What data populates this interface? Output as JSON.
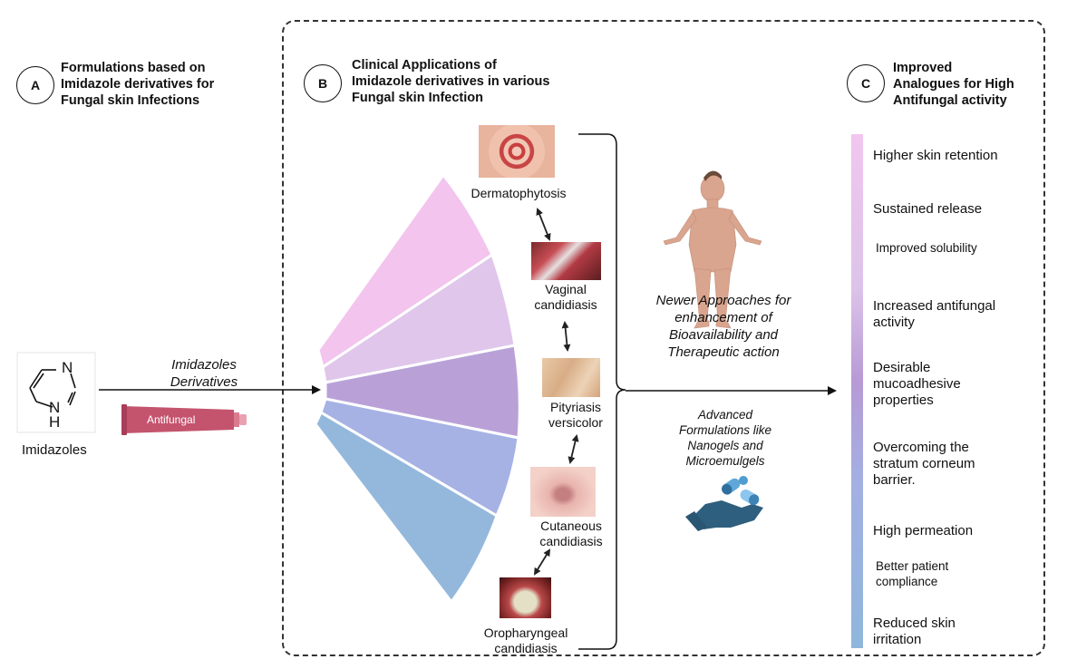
{
  "section_a": {
    "badge": "A",
    "title": "Formulations based on\nImidazole derivatives for\nFungal skin Infections"
  },
  "section_b": {
    "badge": "B",
    "title": "Clinical Applications of\nImidazole derivatives in various\nFungal skin Infection"
  },
  "section_c": {
    "badge": "C",
    "title": "Improved\nAnalogues for High\nAntifungal activity"
  },
  "left": {
    "molecule_label": "Imidazoles",
    "atom_n1": "N",
    "atom_n2": "N",
    "atom_h": "H",
    "arrow_label": "Imidazoles\nDerivatives",
    "tube_label": "Antifungal"
  },
  "fan_colors": [
    "#f2c4ee",
    "#dfc6ea",
    "#b9a1d8",
    "#a6b2e4",
    "#94b8dc"
  ],
  "infections": [
    {
      "name": "Dermatophytosis"
    },
    {
      "name": "Vaginal\ncandidiasis"
    },
    {
      "name": "Pityriasis\nversicolor"
    },
    {
      "name": "Cutaneous\ncandidiasis"
    },
    {
      "name": "Oropharyngeal\ncandidiasis"
    }
  ],
  "middle": {
    "newer_approaches": "Newer Approaches for\nenhancement of\nBioavailability and\nTherapeutic action",
    "advanced_formulations": "Advanced\nFormulations like\nNanogels and\nMicroemulgels"
  },
  "properties": [
    {
      "text": "Higher skin retention"
    },
    {
      "text": "Sustained release"
    },
    {
      "text": "Improved solubility"
    },
    {
      "text": "Increased antifungal\nactivity"
    },
    {
      "text": "Desirable\nmucoadhesive\nproperties"
    },
    {
      "text": "Overcoming the\nstratum corneum\nbarrier."
    },
    {
      "text": "High permeation"
    },
    {
      "text": "Better patient\ncompliance"
    },
    {
      "text": "Reduced skin\nirritation"
    }
  ]
}
